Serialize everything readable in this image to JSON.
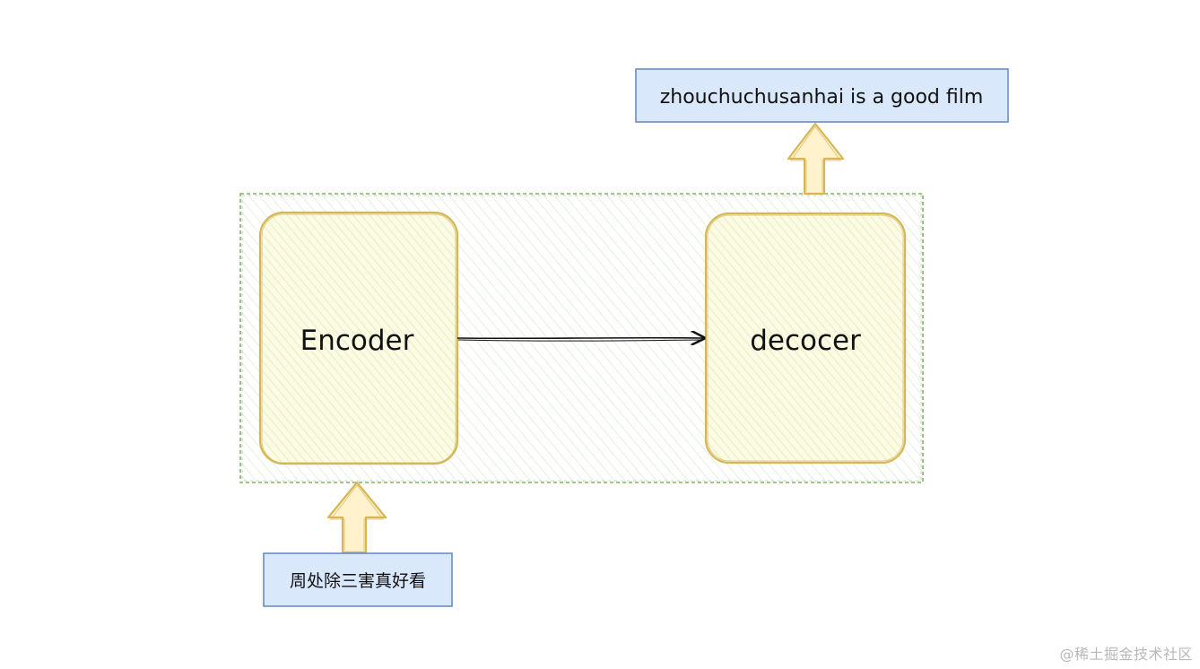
{
  "diagram": {
    "encoder": {
      "label": "Encoder"
    },
    "decoder": {
      "label": "decocer"
    },
    "input": {
      "text": "周处除三害真好看"
    },
    "output": {
      "text": "zhouchuchusanhai is a good film"
    }
  },
  "watermark": {
    "text": "@稀土掘金技术社区"
  },
  "colors": {
    "frame_stroke": "#82b366",
    "frame_hatch": "#cfe3c4",
    "block_stroke": "#d6b656",
    "block_hatch": "#e9edb8",
    "box_fill": "#dae8fc",
    "box_stroke": "#6c8ebf",
    "arrow_fill": "#fff2cc",
    "arrow_stroke": "#d6b656",
    "connector": "#111111"
  }
}
